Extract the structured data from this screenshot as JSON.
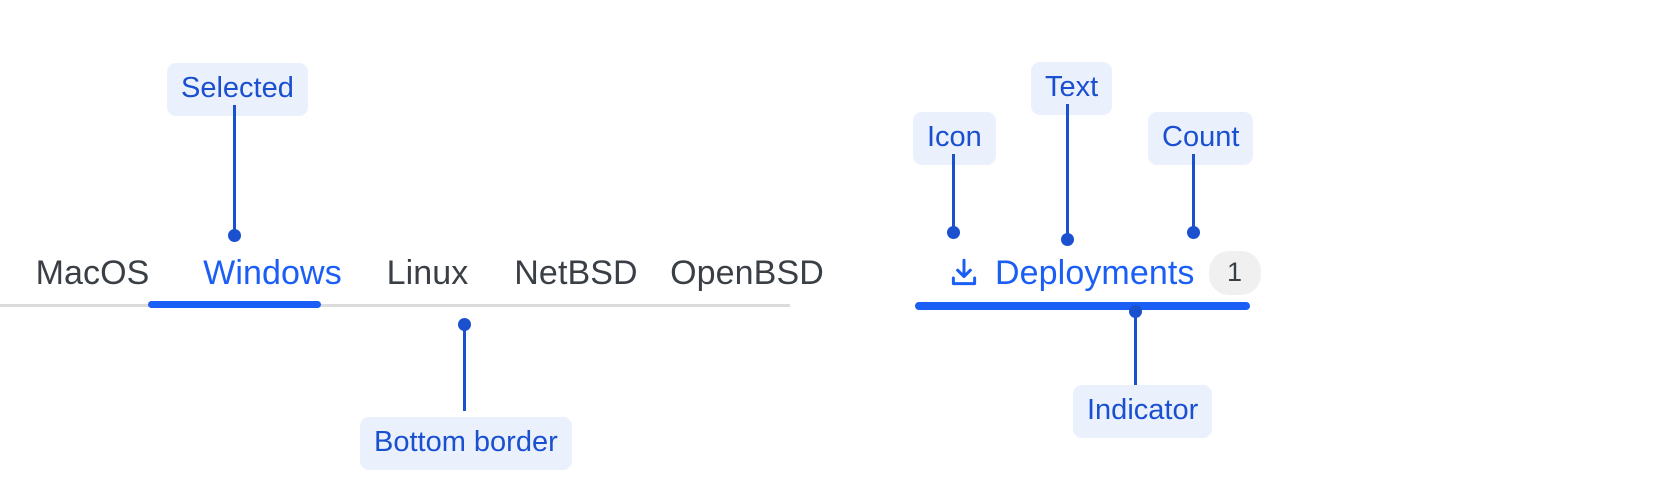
{
  "annotations": {
    "selected": "Selected",
    "bottom_border": "Bottom border",
    "icon": "Icon",
    "text": "Text",
    "count": "Count",
    "indicator": "Indicator"
  },
  "colors": {
    "accent_blue": "#1a5ef5",
    "annotation_blue": "#1b50cf",
    "annotation_pill_bg": "#eaf1fd",
    "tab_text": "#3a3f45",
    "tab_border": "#dcdcdc",
    "badge_bg": "#f0f0f0"
  },
  "left_tabs": {
    "items": [
      {
        "label": "MacOS",
        "selected": false
      },
      {
        "label": "Windows",
        "selected": true
      },
      {
        "label": "Linux",
        "selected": false
      },
      {
        "label": "NetBSD",
        "selected": false
      },
      {
        "label": "OpenBSD",
        "selected": false
      }
    ]
  },
  "right_tab": {
    "icon": "download-icon",
    "label": "Deployments",
    "count": "1",
    "selected": true
  }
}
